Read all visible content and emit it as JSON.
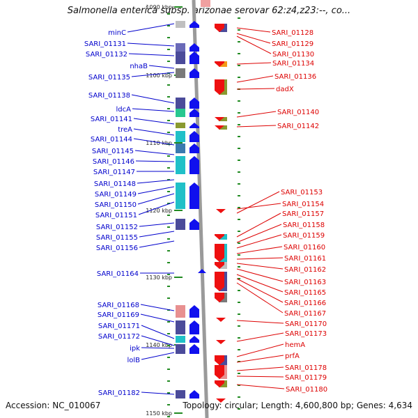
{
  "title": "Salmonella enterica subsp. arizonae serovar 62:z4,z23:--, co...",
  "footer": {
    "accession": "Accession: NC_010067",
    "topology": "Topology: circular; Length: 4,600,800 bp; Genes: 4,634"
  },
  "colors": {
    "left_label": "#0000cc",
    "right_label": "#dd0000",
    "axis": "#9a9a9a",
    "tick": "#228b22"
  },
  "ticks": [
    "1090 kbp",
    "1100 kbp",
    "1110 kbp",
    "1120 kbp",
    "1130 kbp",
    "1140 kbp",
    "1150 kbp"
  ],
  "left_labels": [
    "minC",
    "SARI_01131",
    "SARI_01132",
    "nhaB",
    "SARI_01135",
    "SARI_01138",
    "ldcA",
    "SARI_01141",
    "treA",
    "SARI_01144",
    "SARI_01145",
    "SARI_01146",
    "SARI_01147",
    "SARI_01148",
    "SARI_01149",
    "SARI_01150",
    "SARI_01151",
    "SARI_01152",
    "SARI_01155",
    "SARI_01156",
    "SARI_01164",
    "SARI_01168",
    "SARI_01169",
    "SARI_01171",
    "SARI_01172",
    "ipk",
    "lolB",
    "SARI_01182"
  ],
  "right_labels": [
    "SARI_01128",
    "SARI_01129",
    "SARI_01130",
    "SARI_01134",
    "SARI_01136",
    "dadX",
    "SARI_01140",
    "SARI_01142",
    "SARI_01153",
    "SARI_01154",
    "SARI_01157",
    "SARI_01158",
    "SARI_01159",
    "SARI_01160",
    "SARI_01161",
    "SARI_01162",
    "SARI_01163",
    "SARI_01165",
    "SARI_01166",
    "SARI_01167",
    "SARI_01170",
    "SARI_01173",
    "hemA",
    "prfA",
    "SARI_01178",
    "SARI_01179",
    "SARI_01180"
  ]
}
